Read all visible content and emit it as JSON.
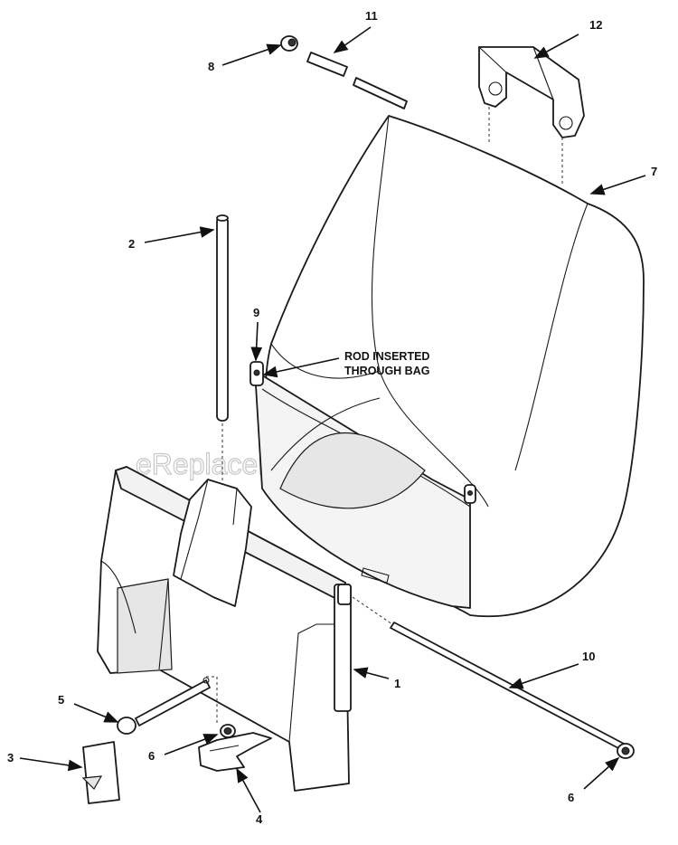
{
  "callouts": [
    "1",
    "2",
    "3",
    "4",
    "5",
    "6",
    "6",
    "7",
    "8",
    "9",
    "10",
    "11",
    "12"
  ],
  "note": {
    "line1": "ROD INSERTED",
    "line2": "THROUGH BAG"
  },
  "watermark": "eReplacementParts.com"
}
